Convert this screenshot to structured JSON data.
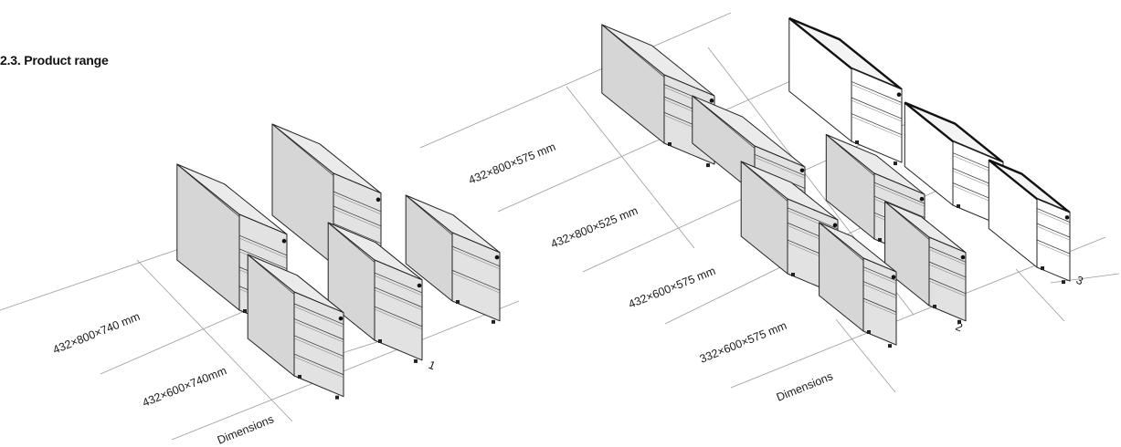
{
  "heading": "2.3. Product range",
  "left_group": {
    "row_labels": [
      "432×800×740 mm",
      "432×600×740mm",
      "Dimensions"
    ],
    "column_labels": [
      "1"
    ],
    "pedestal_count": 5
  },
  "right_group": {
    "row_labels": [
      "432×800×575 mm",
      "432×800×525 mm",
      "432×600×575 mm",
      "332×600×575 mm",
      "Dimensions"
    ],
    "column_labels": [
      "2",
      "3"
    ],
    "pedestal_count": 9
  },
  "colors": {
    "gray_finish": "#e2e2e2",
    "white_finish": "#ffffff",
    "outline": "#222222",
    "grid_line": "#9a9a9a"
  }
}
